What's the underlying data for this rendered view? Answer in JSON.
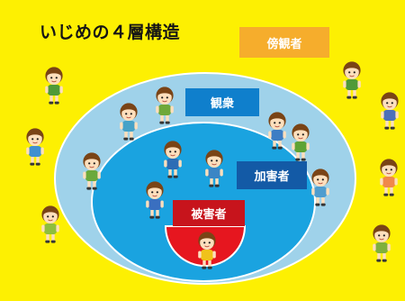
{
  "diagram": {
    "title": "いじめの４層構造",
    "layers": [
      {
        "id": "bystander",
        "label": "傍観者",
        "color": "#f6ad2c"
      },
      {
        "id": "audience",
        "label": "観衆",
        "color": "#0f7fcc"
      },
      {
        "id": "perpetrator",
        "label": "加害者",
        "color": "#135aa6"
      },
      {
        "id": "victim",
        "label": "被害者",
        "color": "#c7141c"
      }
    ],
    "colors": {
      "background": "#fdf002",
      "outer_ring": "#9fd2ea",
      "inner_ring": "#1aa3e0",
      "center_circle": "#e6161f",
      "ring_border": "#ffffff"
    }
  }
}
